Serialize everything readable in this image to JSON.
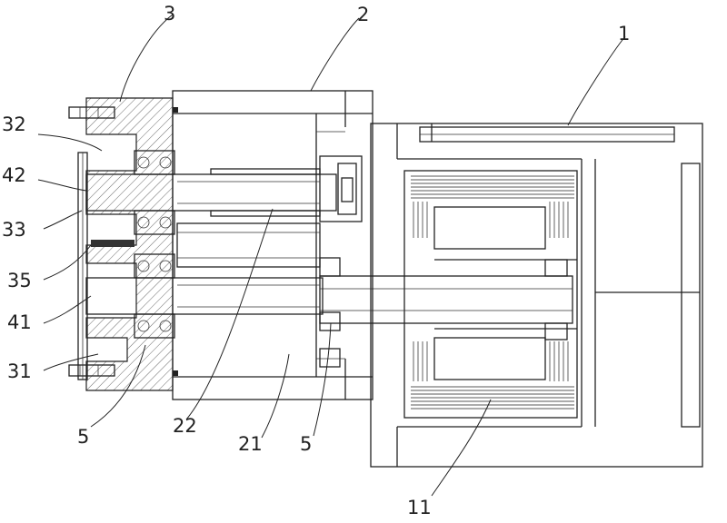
{
  "labels": {
    "l1": "1",
    "l2": "2",
    "l3": "3",
    "l32": "32",
    "l42": "42",
    "l33": "33",
    "l35": "35",
    "l41": "41",
    "l31": "31",
    "l5a": "5",
    "l22": "22",
    "l21": "21",
    "l5b": "5",
    "l11": "11"
  }
}
